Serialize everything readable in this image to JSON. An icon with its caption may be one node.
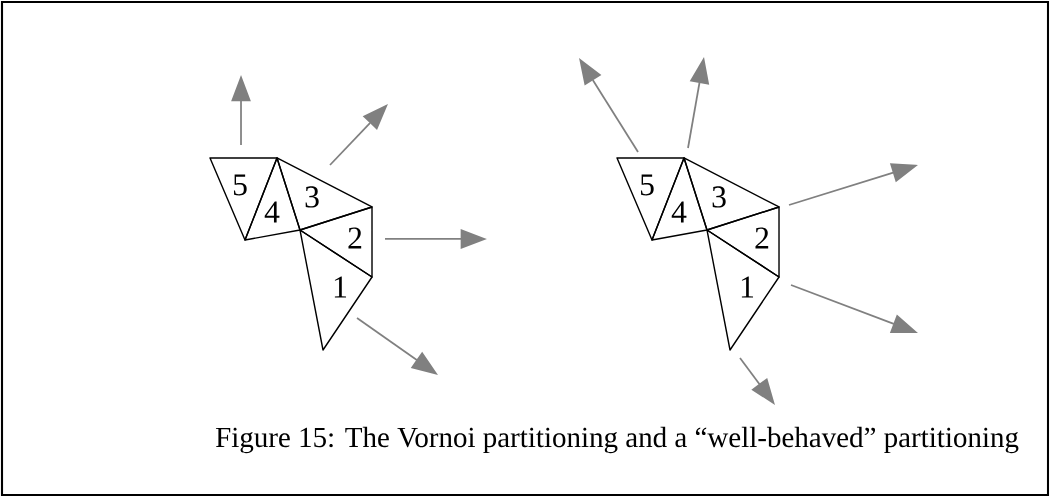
{
  "diagram": {
    "caption": "Figure 15: The Vornoi partitioning and a “well-behaved” partitioning",
    "nodes": [
      {
        "text": [
          "5"
        ]
      },
      {
        "text": [
          "4"
        ]
      },
      {
        "text": [
          "3"
        ]
      },
      {
        "text": [
          "2"
        ]
      },
      {
        "text": [
          "1"
        ]
      },
      {
        "text": [
          "5"
        ]
      },
      {
        "text": [
          "4"
        ]
      },
      {
        "text": [
          "3"
        ]
      },
      {
        "text": [
          "2"
        ]
      },
      {
        "text": [
          "1"
        ]
      }
    ]
  }
}
